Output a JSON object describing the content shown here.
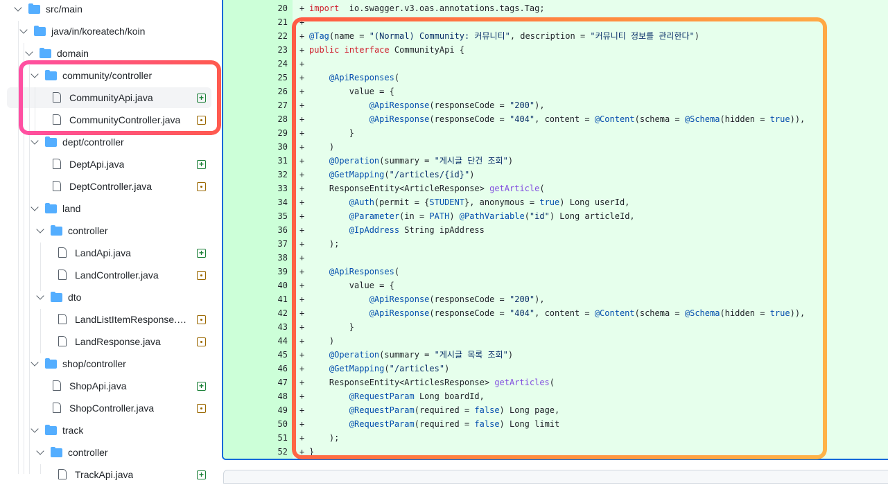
{
  "tree": [
    {
      "label": "src/main",
      "type": "folder",
      "depth": 0,
      "expanded": true
    },
    {
      "label": "java/in/koreatech/koin",
      "type": "folder",
      "depth": 1,
      "expanded": true
    },
    {
      "label": "domain",
      "type": "folder",
      "depth": 2,
      "expanded": true
    },
    {
      "label": "community/controller",
      "type": "folder",
      "depth": 3,
      "expanded": true
    },
    {
      "label": "CommunityApi.java",
      "type": "file",
      "depth": 4,
      "status": "added",
      "selected": true
    },
    {
      "label": "CommunityController.java",
      "type": "file",
      "depth": 4,
      "status": "modified"
    },
    {
      "label": "dept/controller",
      "type": "folder",
      "depth": 3,
      "expanded": true
    },
    {
      "label": "DeptApi.java",
      "type": "file",
      "depth": 4,
      "status": "added"
    },
    {
      "label": "DeptController.java",
      "type": "file",
      "depth": 4,
      "status": "modified"
    },
    {
      "label": "land",
      "type": "folder",
      "depth": 3,
      "expanded": true
    },
    {
      "label": "controller",
      "type": "folder",
      "depth": 4,
      "expanded": true
    },
    {
      "label": "LandApi.java",
      "type": "file",
      "depth": 5,
      "status": "added"
    },
    {
      "label": "LandController.java",
      "type": "file",
      "depth": 5,
      "status": "modified"
    },
    {
      "label": "dto",
      "type": "folder",
      "depth": 4,
      "expanded": true
    },
    {
      "label": "LandListItemResponse.java",
      "type": "file",
      "depth": 5,
      "status": "modified"
    },
    {
      "label": "LandResponse.java",
      "type": "file",
      "depth": 5,
      "status": "modified"
    },
    {
      "label": "shop/controller",
      "type": "folder",
      "depth": 3,
      "expanded": true
    },
    {
      "label": "ShopApi.java",
      "type": "file",
      "depth": 4,
      "status": "added"
    },
    {
      "label": "ShopController.java",
      "type": "file",
      "depth": 4,
      "status": "modified"
    },
    {
      "label": "track",
      "type": "folder",
      "depth": 3,
      "expanded": true
    },
    {
      "label": "controller",
      "type": "folder",
      "depth": 4,
      "expanded": true
    },
    {
      "label": "TrackApi.java",
      "type": "file",
      "depth": 5,
      "status": "added"
    }
  ],
  "diff_marker": "+",
  "code": [
    {
      "n": "20",
      "t": [
        [
          "kw",
          "import"
        ],
        [
          "",
          "  io.swagger.v3.oas.annotations.tags.Tag;"
        ]
      ]
    },
    {
      "n": "21",
      "t": []
    },
    {
      "n": "22",
      "t": [
        [
          "an",
          "@Tag"
        ],
        [
          "",
          "(name = "
        ],
        [
          "str",
          "\"(Normal) Community: 커뮤니티\""
        ],
        [
          "",
          ", description = "
        ],
        [
          "str",
          "\"커뮤니티 정보를 관리한다\""
        ],
        [
          "",
          ")"
        ]
      ]
    },
    {
      "n": "23",
      "t": [
        [
          "kw",
          "public"
        ],
        [
          "",
          " "
        ],
        [
          "kw",
          "interface"
        ],
        [
          "",
          " CommunityApi {"
        ]
      ]
    },
    {
      "n": "24",
      "t": []
    },
    {
      "n": "25",
      "t": [
        [
          "",
          "    "
        ],
        [
          "an",
          "@ApiResponses"
        ],
        [
          "",
          "("
        ]
      ]
    },
    {
      "n": "26",
      "t": [
        [
          "",
          "        value = {"
        ]
      ]
    },
    {
      "n": "27",
      "t": [
        [
          "",
          "            "
        ],
        [
          "an",
          "@ApiResponse"
        ],
        [
          "",
          "(responseCode = "
        ],
        [
          "str",
          "\"200\""
        ],
        [
          "",
          "),"
        ]
      ]
    },
    {
      "n": "28",
      "t": [
        [
          "",
          "            "
        ],
        [
          "an",
          "@ApiResponse"
        ],
        [
          "",
          "(responseCode = "
        ],
        [
          "str",
          "\"404\""
        ],
        [
          "",
          ", content = "
        ],
        [
          "an",
          "@Content"
        ],
        [
          "",
          "(schema = "
        ],
        [
          "an",
          "@Schema"
        ],
        [
          "",
          "(hidden = "
        ],
        [
          "an",
          "true"
        ],
        [
          "",
          ")),"
        ]
      ]
    },
    {
      "n": "29",
      "t": [
        [
          "",
          "        }"
        ]
      ]
    },
    {
      "n": "30",
      "t": [
        [
          "",
          "    )"
        ]
      ]
    },
    {
      "n": "31",
      "t": [
        [
          "",
          "    "
        ],
        [
          "an",
          "@Operation"
        ],
        [
          "",
          "(summary = "
        ],
        [
          "str",
          "\"게시글 단건 조회\""
        ],
        [
          "",
          ")"
        ]
      ]
    },
    {
      "n": "32",
      "t": [
        [
          "",
          "    "
        ],
        [
          "an",
          "@GetMapping"
        ],
        [
          "",
          "("
        ],
        [
          "str",
          "\"/articles/{id}\""
        ],
        [
          "",
          ")"
        ]
      ]
    },
    {
      "n": "33",
      "t": [
        [
          "",
          "    ResponseEntity<ArticleResponse> "
        ],
        [
          "fn",
          "getArticle"
        ],
        [
          "",
          "("
        ]
      ]
    },
    {
      "n": "34",
      "t": [
        [
          "",
          "        "
        ],
        [
          "an",
          "@Auth"
        ],
        [
          "",
          "(permit = {"
        ],
        [
          "an",
          "STUDENT"
        ],
        [
          "",
          "}, anonymous = "
        ],
        [
          "an",
          "true"
        ],
        [
          "",
          ") Long userId,"
        ]
      ]
    },
    {
      "n": "35",
      "t": [
        [
          "",
          "        "
        ],
        [
          "an",
          "@Parameter"
        ],
        [
          "",
          "(in = "
        ],
        [
          "an",
          "PATH"
        ],
        [
          "",
          ") "
        ],
        [
          "an",
          "@PathVariable"
        ],
        [
          "",
          "("
        ],
        [
          "str",
          "\"id\""
        ],
        [
          "",
          ") Long articleId,"
        ]
      ]
    },
    {
      "n": "36",
      "t": [
        [
          "",
          "        "
        ],
        [
          "an",
          "@IpAddress"
        ],
        [
          "",
          " String ipAddress"
        ]
      ]
    },
    {
      "n": "37",
      "t": [
        [
          "",
          "    );"
        ]
      ]
    },
    {
      "n": "38",
      "t": []
    },
    {
      "n": "39",
      "t": [
        [
          "",
          "    "
        ],
        [
          "an",
          "@ApiResponses"
        ],
        [
          "",
          "("
        ]
      ]
    },
    {
      "n": "40",
      "t": [
        [
          "",
          "        value = {"
        ]
      ]
    },
    {
      "n": "41",
      "t": [
        [
          "",
          "            "
        ],
        [
          "an",
          "@ApiResponse"
        ],
        [
          "",
          "(responseCode = "
        ],
        [
          "str",
          "\"200\""
        ],
        [
          "",
          "),"
        ]
      ]
    },
    {
      "n": "42",
      "t": [
        [
          "",
          "            "
        ],
        [
          "an",
          "@ApiResponse"
        ],
        [
          "",
          "(responseCode = "
        ],
        [
          "str",
          "\"404\""
        ],
        [
          "",
          ", content = "
        ],
        [
          "an",
          "@Content"
        ],
        [
          "",
          "(schema = "
        ],
        [
          "an",
          "@Schema"
        ],
        [
          "",
          "(hidden = "
        ],
        [
          "an",
          "true"
        ],
        [
          "",
          ")),"
        ]
      ]
    },
    {
      "n": "43",
      "t": [
        [
          "",
          "        }"
        ]
      ]
    },
    {
      "n": "44",
      "t": [
        [
          "",
          "    )"
        ]
      ]
    },
    {
      "n": "45",
      "t": [
        [
          "",
          "    "
        ],
        [
          "an",
          "@Operation"
        ],
        [
          "",
          "(summary = "
        ],
        [
          "str",
          "\"게시글 목록 조회\""
        ],
        [
          "",
          ")"
        ]
      ]
    },
    {
      "n": "46",
      "t": [
        [
          "",
          "    "
        ],
        [
          "an",
          "@GetMapping"
        ],
        [
          "",
          "("
        ],
        [
          "str",
          "\"/articles\""
        ],
        [
          "",
          ")"
        ]
      ]
    },
    {
      "n": "47",
      "t": [
        [
          "",
          "    ResponseEntity<ArticlesResponse> "
        ],
        [
          "fn",
          "getArticles"
        ],
        [
          "",
          "("
        ]
      ]
    },
    {
      "n": "48",
      "t": [
        [
          "",
          "        "
        ],
        [
          "an",
          "@RequestParam"
        ],
        [
          "",
          " Long boardId,"
        ]
      ]
    },
    {
      "n": "49",
      "t": [
        [
          "",
          "        "
        ],
        [
          "an",
          "@RequestParam"
        ],
        [
          "",
          "(required = "
        ],
        [
          "an",
          "false"
        ],
        [
          "",
          ") Long page,"
        ]
      ]
    },
    {
      "n": "50",
      "t": [
        [
          "",
          "        "
        ],
        [
          "an",
          "@RequestParam"
        ],
        [
          "",
          "(required = "
        ],
        [
          "an",
          "false"
        ],
        [
          "",
          ") Long limit"
        ]
      ]
    },
    {
      "n": "51",
      "t": [
        [
          "",
          "    );"
        ]
      ]
    },
    {
      "n": "52",
      "t": [
        [
          "",
          "}"
        ]
      ]
    }
  ],
  "colors": {
    "added_bg": "#e6ffec",
    "gutter_bg": "#ccffd8",
    "focus": "#0969da",
    "highlight_pink": [
      "#ff4fa3",
      "#ff5a4e"
    ],
    "highlight_orange": [
      "#ff6a45",
      "#ffb347"
    ]
  }
}
